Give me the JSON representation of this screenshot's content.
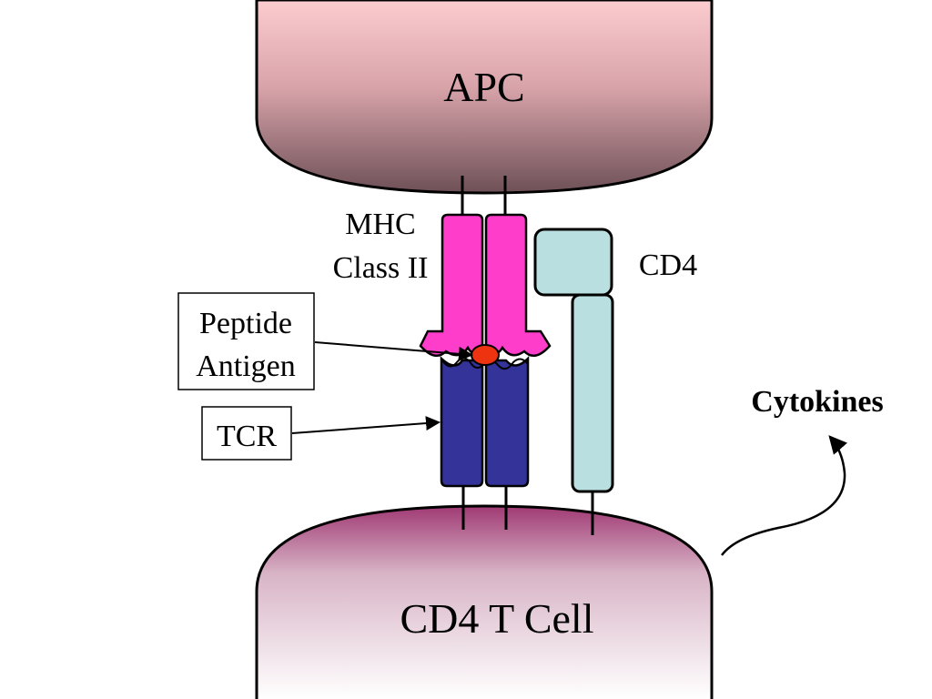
{
  "cells": {
    "apc_label": "APC",
    "tcell_label": "CD4 T Cell"
  },
  "labels": {
    "mhc_line1": "MHC",
    "mhc_line2": "Class II",
    "cd4": "CD4",
    "peptide_line1": "Peptide",
    "peptide_line2": "Antigen",
    "tcr": "TCR",
    "cytokines": "Cytokines"
  },
  "colors": {
    "apc_top": "#fccccf",
    "apc_bottom": "#6e5057",
    "tcell_top": "#a03a74",
    "tcell_bottom": "#ffffff",
    "mhc": "#ff3dcb",
    "tcr": "#333399",
    "cd4": "#b9dfe1",
    "peptide": "#ee3311"
  }
}
